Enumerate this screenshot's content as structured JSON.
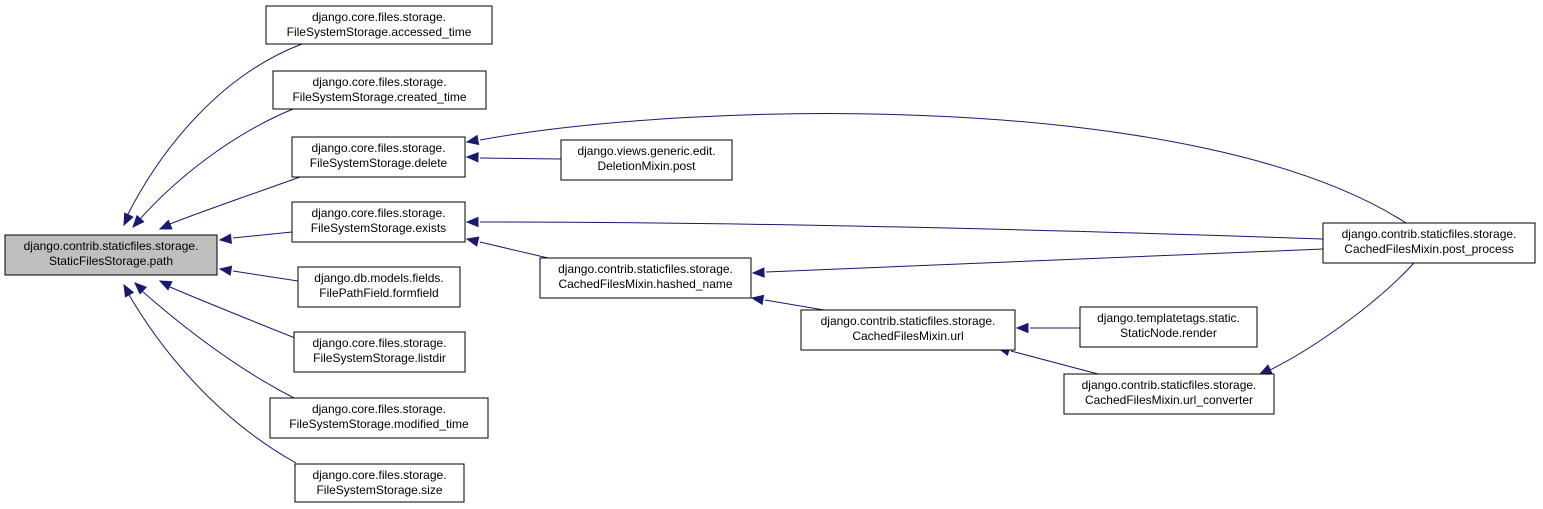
{
  "colors": {
    "edge": "#191970",
    "root_fill": "#bfbfbf",
    "node_fill": "#ffffff",
    "border": "#000000"
  },
  "nodes": [
    {
      "id": "root",
      "lines": [
        "django.contrib.staticfiles.storage.",
        "StaticFilesStorage.path"
      ],
      "highlighted": true
    },
    {
      "id": "accessed_time",
      "lines": [
        "django.core.files.storage.",
        "FileSystemStorage.accessed_time"
      ]
    },
    {
      "id": "created_time",
      "lines": [
        "django.core.files.storage.",
        "FileSystemStorage.created_time"
      ]
    },
    {
      "id": "delete",
      "lines": [
        "django.core.files.storage.",
        "FileSystemStorage.delete"
      ]
    },
    {
      "id": "exists",
      "lines": [
        "django.core.files.storage.",
        "FileSystemStorage.exists"
      ]
    },
    {
      "id": "formfield",
      "lines": [
        "django.db.models.fields.",
        "FilePathField.formfield"
      ]
    },
    {
      "id": "listdir",
      "lines": [
        "django.core.files.storage.",
        "FileSystemStorage.listdir"
      ]
    },
    {
      "id": "modified_time",
      "lines": [
        "django.core.files.storage.",
        "FileSystemStorage.modified_time"
      ]
    },
    {
      "id": "size",
      "lines": [
        "django.core.files.storage.",
        "FileSystemStorage.size"
      ]
    },
    {
      "id": "deletion_post",
      "lines": [
        "django.views.generic.edit.",
        "DeletionMixin.post"
      ]
    },
    {
      "id": "hashed_name",
      "lines": [
        "django.contrib.staticfiles.storage.",
        "CachedFilesMixin.hashed_name"
      ]
    },
    {
      "id": "url",
      "lines": [
        "django.contrib.staticfiles.storage.",
        "CachedFilesMixin.url"
      ]
    },
    {
      "id": "render",
      "lines": [
        "django.templatetags.static.",
        "StaticNode.render"
      ]
    },
    {
      "id": "url_converter",
      "lines": [
        "django.contrib.staticfiles.storage.",
        "CachedFilesMixin.url_converter"
      ]
    },
    {
      "id": "post_process",
      "lines": [
        "django.contrib.staticfiles.storage.",
        "CachedFilesMixin.post_process"
      ]
    }
  ],
  "edges": [
    {
      "from": "accessed_time",
      "to": "root"
    },
    {
      "from": "created_time",
      "to": "root"
    },
    {
      "from": "delete",
      "to": "root"
    },
    {
      "from": "exists",
      "to": "root"
    },
    {
      "from": "formfield",
      "to": "root"
    },
    {
      "from": "listdir",
      "to": "root"
    },
    {
      "from": "modified_time",
      "to": "root"
    },
    {
      "from": "size",
      "to": "root"
    },
    {
      "from": "post_process",
      "to": "delete"
    },
    {
      "from": "deletion_post",
      "to": "delete"
    },
    {
      "from": "post_process",
      "to": "exists"
    },
    {
      "from": "hashed_name",
      "to": "exists"
    },
    {
      "from": "post_process",
      "to": "hashed_name"
    },
    {
      "from": "url",
      "to": "hashed_name"
    },
    {
      "from": "render",
      "to": "url"
    },
    {
      "from": "url_converter",
      "to": "url"
    },
    {
      "from": "url_converter",
      "to": "post_process"
    }
  ]
}
